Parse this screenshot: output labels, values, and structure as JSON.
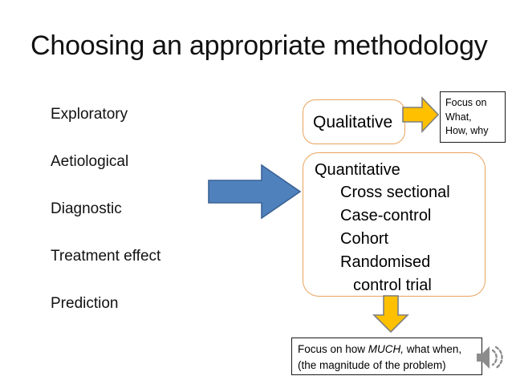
{
  "slide": {
    "title": "Choosing an appropriate methodology",
    "background_color": "#ffffff"
  },
  "colors": {
    "blue_arrow_fill": "#4F81BD",
    "blue_arrow_stroke": "#3A6295",
    "gold_arrow_fill": "#FFC000",
    "gold_arrow_stroke": "#7F7F7F",
    "rounded_box_border": "#E8A35C",
    "callout_border": "#1a1a1a",
    "text_color": "#111111",
    "speaker_icon": "#8C8C8C"
  },
  "purpose_list": {
    "items": [
      {
        "label": "Exploratory"
      },
      {
        "label": "Aetiological"
      },
      {
        "label": "Diagnostic"
      },
      {
        "label": "Treatment effect"
      },
      {
        "label": "Prediction"
      }
    ]
  },
  "qualitative": {
    "label": "Qualitative",
    "focus_lines": [
      "Focus on",
      "What,",
      "How, why"
    ]
  },
  "quantitative": {
    "heading": "Quantitative",
    "designs": [
      {
        "label": "Cross sectional",
        "indented": false
      },
      {
        "label": "Case-control",
        "indented": false
      },
      {
        "label": "Cohort",
        "indented": false
      },
      {
        "label": "Randomised",
        "indented": false
      },
      {
        "label": "control trial",
        "indented": true
      }
    ],
    "focus_line_1_pre": "Focus on how ",
    "focus_line_1_em": "MUCH,",
    "focus_line_1_post": " what when,",
    "focus_line_2": "(the magnitude of the problem)"
  },
  "icons": {
    "blue_arrow": "arrow-right-icon",
    "gold_arrow_right": "arrow-right-icon",
    "gold_arrow_down": "arrow-down-icon",
    "speaker": "speaker-icon"
  }
}
